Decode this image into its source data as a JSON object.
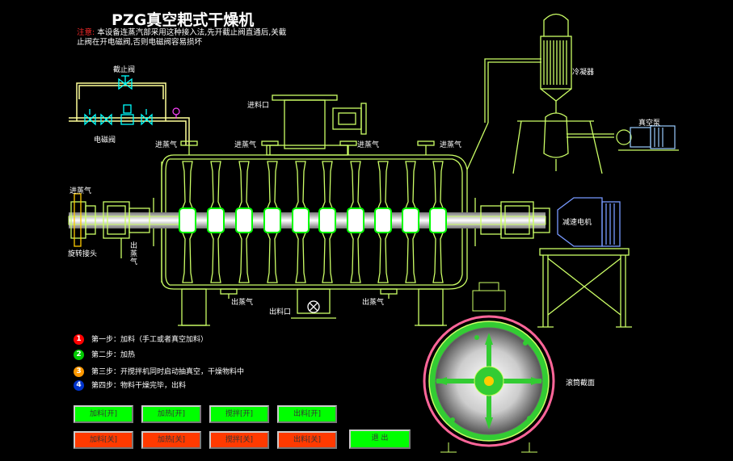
{
  "title": "PZG真空耙式干燥机",
  "notice": {
    "prefix": "注意:",
    "text": "本设备连蒸汽部采用这种接入法,先开截止阀直通后,关截止阀在开电磁阀,否则电磁阀容易损坏"
  },
  "labels": {
    "stop_valve": "截止阀",
    "solenoid_valve": "电磁阀",
    "feed_inlet": "进料口",
    "steam_in_1": "进蒸气",
    "steam_in_2": "进蒸气",
    "steam_in_3": "进蒸气",
    "steam_in_4": "进蒸气",
    "steam_in_left": "进蒸气",
    "condenser": "冷凝器",
    "vacuum_pump": "真空泵",
    "reducer_motor": "减速电机",
    "rotary_joint": "旋转接头",
    "steam_out_vertical": "出蒸气",
    "steam_out_1": "出蒸气",
    "steam_out_2": "出蒸气",
    "discharge": "出料口",
    "cross_section": "滚筒截面"
  },
  "steps": [
    {
      "num": "1",
      "color": "#ff0000",
      "text": "第一步：加料（手工或者真空加料）"
    },
    {
      "num": "2",
      "color": "#00cc00",
      "text": "第二步：加热"
    },
    {
      "num": "3",
      "color": "#ff9900",
      "text": "第三步：开搅拌机同时启动抽真空，干燥物料中"
    },
    {
      "num": "4",
      "color": "#0033cc",
      "text": "第四步：物料干燥完毕，出料"
    }
  ],
  "buttons": {
    "feed_on": "加料[开]",
    "heat_on": "加热[开]",
    "stir_on": "搅拌[开]",
    "discharge_on": "出料[开]",
    "feed_off": "加料[关]",
    "heat_off": "加热[关]",
    "stir_off": "搅拌[关]",
    "discharge_off": "出料[关]",
    "exit": "退 出"
  },
  "colors": {
    "pipe": "#ffff99",
    "outline": "#ccff66",
    "paddle": "#ccff66",
    "on_button": "#00ff00",
    "off_button": "#ff3a00"
  }
}
